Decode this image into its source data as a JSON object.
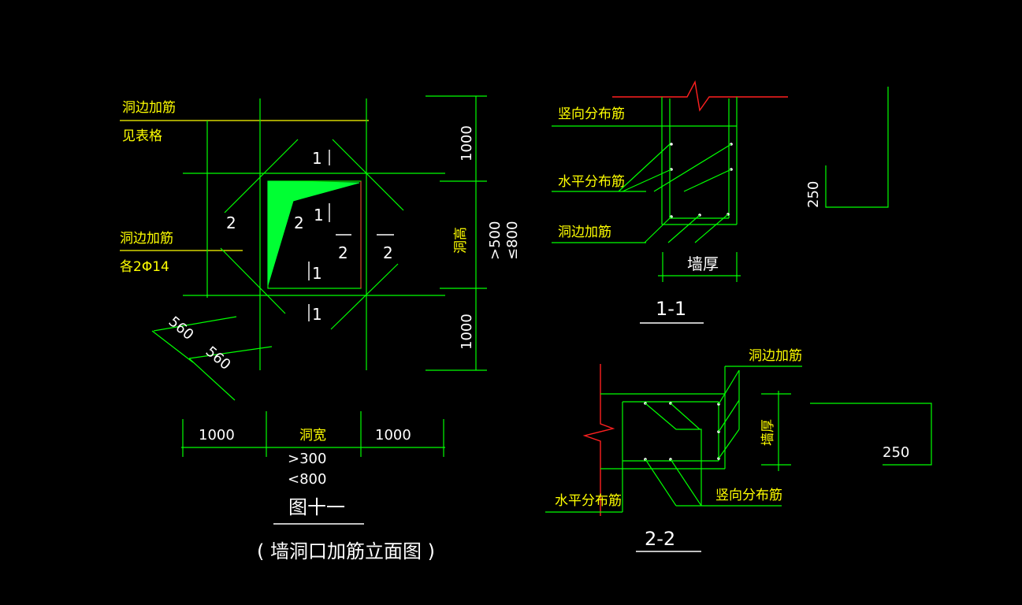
{
  "colors": {
    "background": "#000000",
    "rebar_lines": "#00ff00",
    "labels": "#ffff00",
    "dimensions": "#ffffff",
    "break_line": "#ff2020",
    "hatch_fill": "#00ff33"
  },
  "elevation": {
    "label_edge_rebar_1": "洞边加筋",
    "label_see_table": "见表格",
    "label_edge_rebar_2": "洞边加筋",
    "label_each_2phi14": "各2Φ14",
    "marks": {
      "top_1": "1",
      "center_1": "1",
      "mid_1": "1",
      "bottom_1": "1",
      "left_2": "2",
      "inner_2a": "2",
      "inner_2b": "2",
      "right_2": "2"
    },
    "dim_560_a": "560",
    "dim_560_b": "560",
    "dim_bottom_left": "1000",
    "dim_hole_width": "洞宽",
    "dim_bottom_right": "1000",
    "range_gt": ">300",
    "range_lt": "<800",
    "dim_right_top": "1000",
    "dim_hole_height": "洞高",
    "range_right_gt": ">500",
    "range_right_lt": "≤800",
    "dim_right_bottom": "1000",
    "figure_number": "图十一",
    "figure_title": "( 墙洞口加筋立面图      )"
  },
  "section_1_1": {
    "label_vertical": "竖向分布筋",
    "label_horizontal": "水平分布筋",
    "label_edge": "洞边加筋",
    "label_wall_thickness": "墙厚",
    "title": "1-1",
    "dim_250": "250"
  },
  "section_2_2": {
    "label_edge": "洞边加筋",
    "label_horizontal": "水平分布筋",
    "label_vertical": "竖向分布筋",
    "label_wall_thickness": "墙厚",
    "title": "2-2",
    "dim_250": "250"
  }
}
